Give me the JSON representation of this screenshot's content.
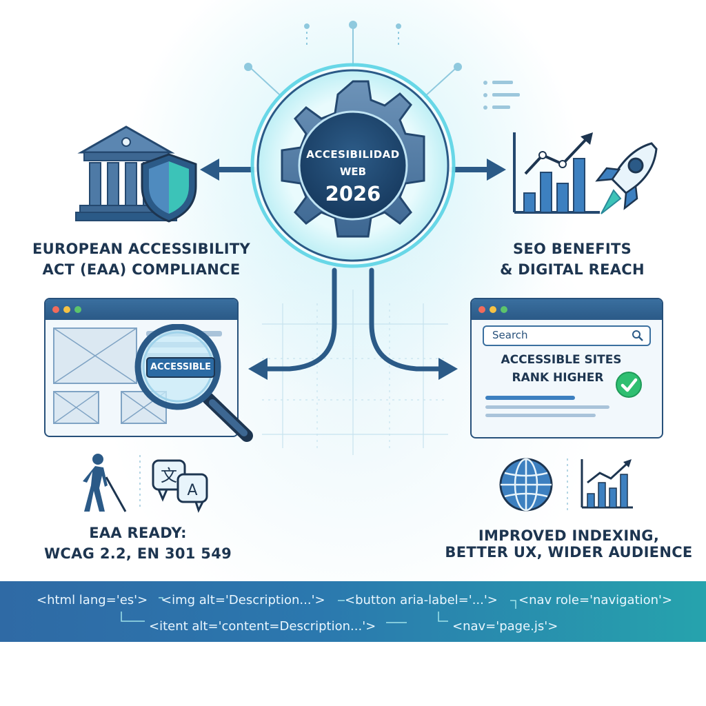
{
  "center": {
    "line1": "ACCESIBILIDAD",
    "line2": "WEB",
    "line3": "2026"
  },
  "left_top": {
    "title_line1": "EUROPEAN ACCESSIBILITY",
    "title_line2": "ACT (EAA) COMPLIANCE"
  },
  "right_top": {
    "title_line1": "SEO BENEFITS",
    "title_line2": "& DIGITAL REACH"
  },
  "left_browser": {
    "magnifier_label": "ACCESSIBLE"
  },
  "right_browser": {
    "search_placeholder": "Search",
    "headline_line1": "ACCESSIBLE SITES",
    "headline_line2": "RANK HIGHER"
  },
  "left_bottom": {
    "line1": "EAA READY:",
    "line2": "WCAG 2.2, EN 301 549"
  },
  "right_bottom": {
    "line1": "IMPROVED INDEXING,",
    "line2": "BETTER UX, WIDER AUDIENCE"
  },
  "code_banner": {
    "row1": [
      "<html lang='es'>",
      "<img alt='Description...'>",
      "<button aria-label='...'>",
      "<nav role='navigation'>"
    ],
    "row2": [
      "<itent alt='content=Description...'>",
      "<nav='page.js'>"
    ]
  },
  "colors": {
    "navy": "#1d3550",
    "blue": "#2b5a87",
    "teal": "#2fb6c6",
    "green": "#2fbf71",
    "glow": "#7fe0ee"
  },
  "icons": [
    "gear-icon",
    "bank-icon",
    "shield-icon",
    "bar-chart-icon",
    "rocket-icon",
    "magnifier-icon",
    "check-icon",
    "walking-cane-icon",
    "translate-icon",
    "globe-icon",
    "line-chart-icon",
    "search-icon"
  ]
}
